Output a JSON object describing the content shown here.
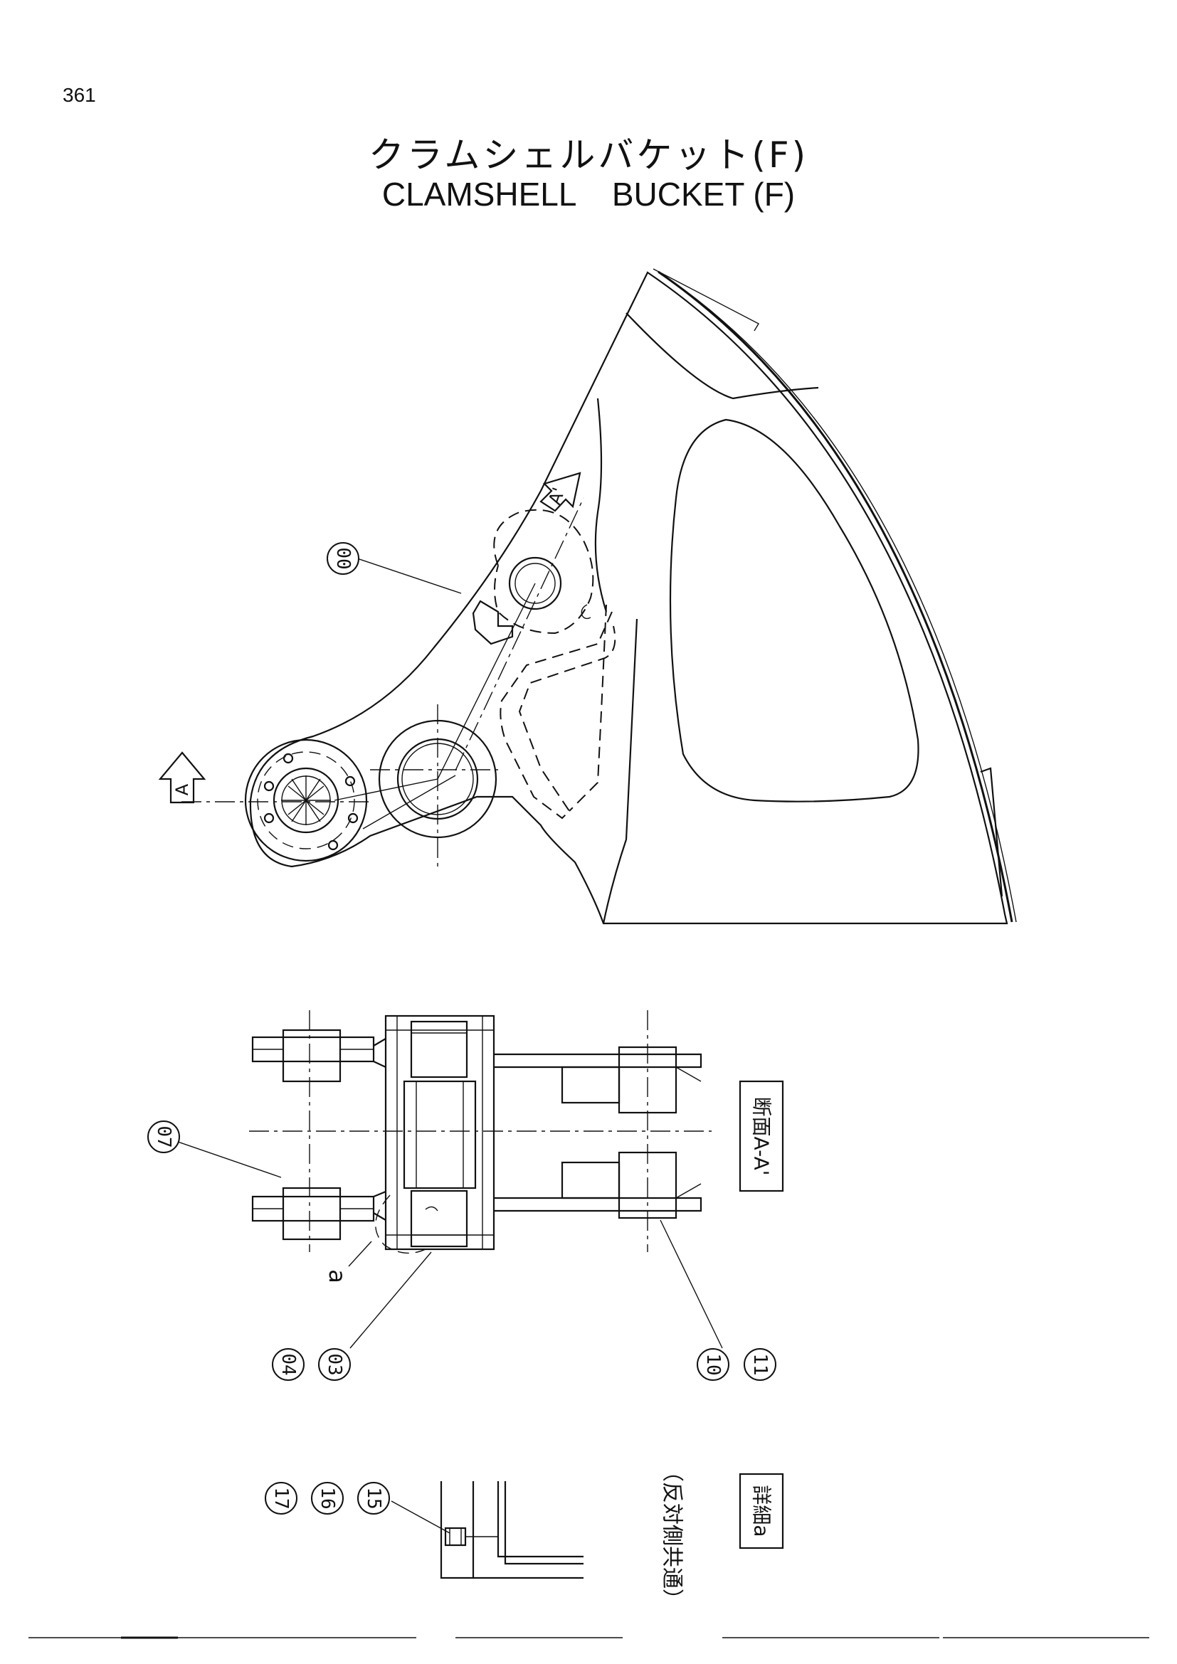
{
  "page": {
    "number": "361"
  },
  "title": {
    "jp": "クラムシェルバケット(F)",
    "en": "CLAMSHELL    BUCKET (F)"
  },
  "labels": {
    "section_arrow_a": "A",
    "section_arrow_a_prime": "A'",
    "section_view": "断面A-A'",
    "detail_marker": "a",
    "detail_box": "詳細a",
    "detail_note": "（反対側共通）"
  },
  "callouts": {
    "c00": "00",
    "c07": "07",
    "c04": "04",
    "c03": "03",
    "c10": "10",
    "c11": "11",
    "c17": "17",
    "c16": "16",
    "c15": "15"
  }
}
